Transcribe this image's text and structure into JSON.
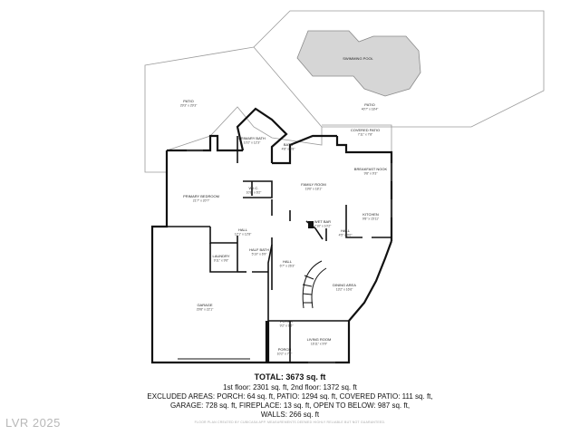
{
  "rooms": [
    {
      "key": "pool",
      "label": "SWIMMING POOL",
      "dim": ""
    },
    {
      "key": "patio_left",
      "label": "PATIO",
      "dim": "29'3\" x 29'3\""
    },
    {
      "key": "patio_right",
      "label": "PATIO",
      "dim": "40'7\" x 18'4\""
    },
    {
      "key": "covered_patio",
      "label": "COVERED PATIO",
      "dim": "7'11\" x 7'8\""
    },
    {
      "key": "primary_bath",
      "label": "PRIMARY BATH",
      "dim": "10'2\" x 12'3\""
    },
    {
      "key": "bath",
      "label": "BATH",
      "dim": "4'8\" x 5'8\""
    },
    {
      "key": "primary_bedroom",
      "label": "PRIMARY BEDROOM",
      "dim": "21'7\" x 20'7\""
    },
    {
      "key": "wic",
      "label": "W.I.C.",
      "dim": "10'8\" x 6'2\""
    },
    {
      "key": "family_room",
      "label": "FAMILY ROOM",
      "dim": "19'6\" x 18'1\""
    },
    {
      "key": "breakfast_nook",
      "label": "BREAKFAST NOOK",
      "dim": "9'8\" x 9'3\""
    },
    {
      "key": "kitchen",
      "label": "KITCHEN",
      "dim": "9'8\" x 15'11\""
    },
    {
      "key": "wet_bar",
      "label": "WET BAR",
      "dim": "7'10\" x 10'2\""
    },
    {
      "key": "hall_kitchen",
      "label": "HALL",
      "dim": "4'5\" x 9'0\""
    },
    {
      "key": "hall_upper",
      "label": "HALL",
      "dim": "12'1\" x 12'8\""
    },
    {
      "key": "laundry",
      "label": "LAUNDRY",
      "dim": "9'11\" x 9'6\""
    },
    {
      "key": "half_bath",
      "label": "HALF BATH",
      "dim": "5'10\" x 6'9\""
    },
    {
      "key": "hall_center",
      "label": "HALL",
      "dim": "6'7\" x 26'3\""
    },
    {
      "key": "dining_area",
      "label": "DINING AREA",
      "dim": "13'2\" x 16'6\""
    },
    {
      "key": "garage",
      "label": "GARAGE",
      "dim": "29'8\" x 22'1\""
    },
    {
      "key": "foyer",
      "label": "FOYER",
      "dim": "9'2\" x 9'5\""
    },
    {
      "key": "living_room",
      "label": "LIVING ROOM",
      "dim": "16'11\" x 9'9\""
    },
    {
      "key": "porch",
      "label": "PORCH",
      "dim": "10'2\" x 7'4\""
    }
  ],
  "summary": {
    "total": "TOTAL: 3673 sq. ft",
    "floors": "1st floor: 2301 sq. ft, 2nd floor: 1372 sq. ft",
    "excluded_line1": "EXCLUDED AREAS: PORCH: 64 sq. ft, PATIO: 1294 sq. ft, COVERED PATIO: 111 sq. ft,",
    "excluded_line2": "GARAGE: 728 sq. ft, FIREPLACE: 13 sq. ft, OPEN TO BELOW: 987 sq. ft,",
    "walls": "WALLS: 266 sq. ft"
  },
  "disclaimer": "FLOOR PLAN CREATED BY CUBICASA APP. MEASUREMENTS DEEMED HIGHLY RELIABLE BUT NOT GUARANTEED.",
  "watermark": "LVR 2025",
  "colors": {
    "wall": "#111111",
    "outline": "#9a9a9a",
    "pool": "#d6d6d6",
    "patio_fill": "#ffffff"
  }
}
